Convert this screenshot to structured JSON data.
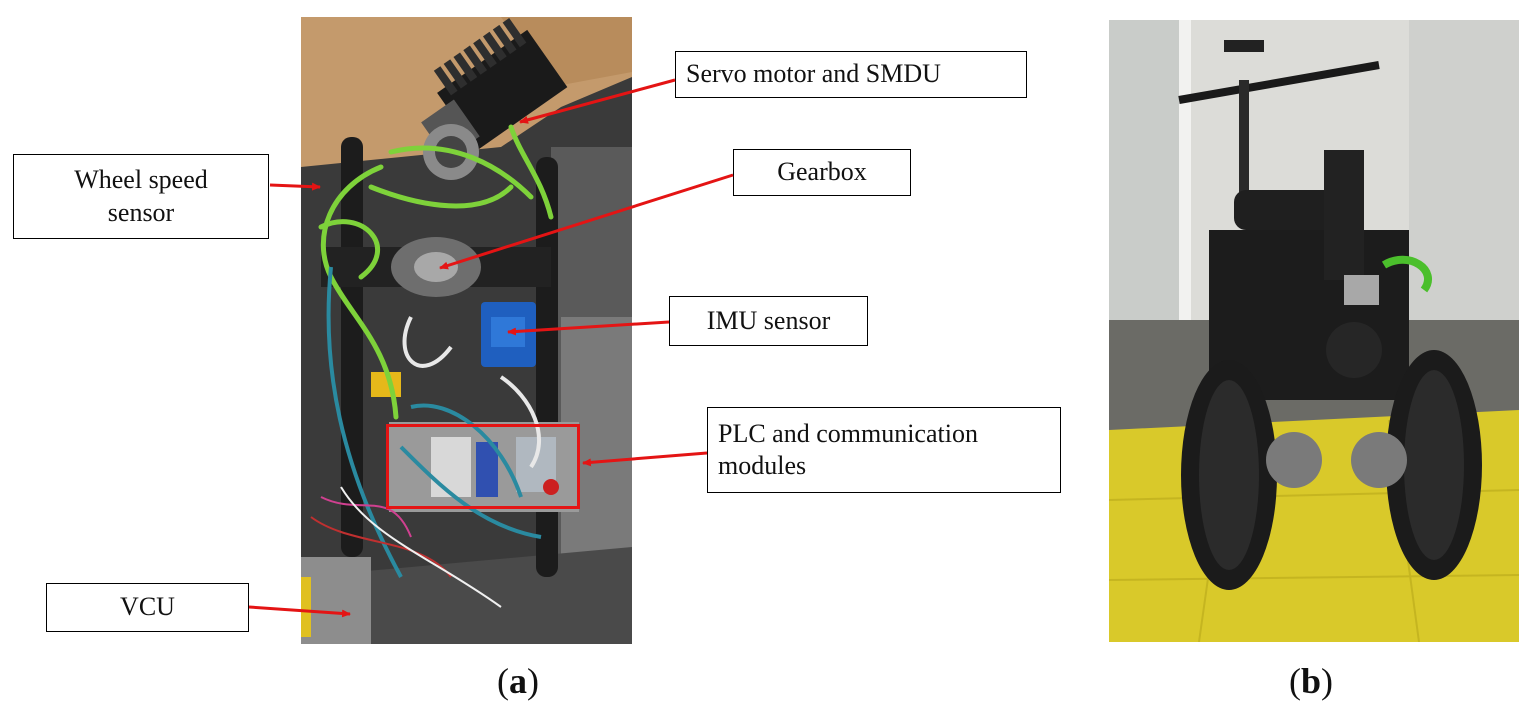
{
  "figure": {
    "panel_a": {
      "caption_letter": "a",
      "labels": {
        "servo": "Servo motor and SMDU",
        "wheel_speed_line1": "Wheel speed",
        "wheel_speed_line2": "sensor",
        "gearbox": "Gearbox",
        "imu": "IMU sensor",
        "plc_line1": "PLC and communication",
        "plc_line2": "modules",
        "vcu": "VCU"
      }
    },
    "panel_b": {
      "caption_letter": "b"
    }
  },
  "colors": {
    "arrow": "#e41414",
    "highlight_box": "#e41414",
    "floor_yellow": "#d9c92a",
    "cable_green": "#7ed23a",
    "frame_black": "#1c1c1c"
  }
}
